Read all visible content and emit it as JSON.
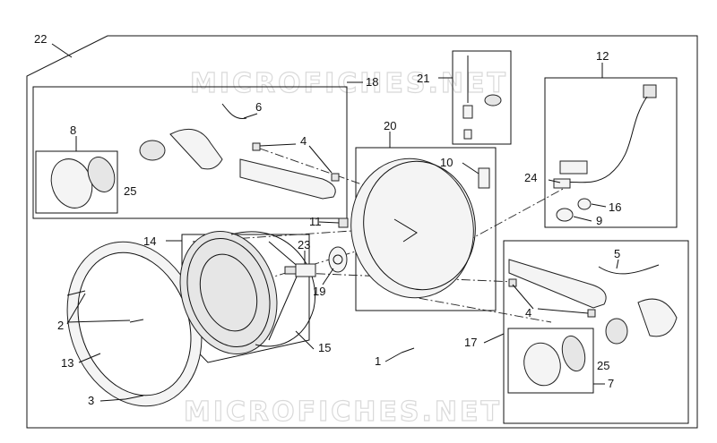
{
  "watermark": "MICROFICHES.NET",
  "labels": {
    "l1": "1",
    "l2": "2",
    "l3": "3",
    "l4a": "4",
    "l4b": "4",
    "l5": "5",
    "l6": "6",
    "l7": "7",
    "l8": "8",
    "l9": "9",
    "l10": "10",
    "l11": "11",
    "l12": "12",
    "l13": "13",
    "l14": "14",
    "l15": "15",
    "l16": "16",
    "l17": "17",
    "l18": "18",
    "l19": "19",
    "l20": "20",
    "l21": "21",
    "l22": "22",
    "l23": "23",
    "l24": "24",
    "l25a": "25",
    "l25b": "25"
  }
}
